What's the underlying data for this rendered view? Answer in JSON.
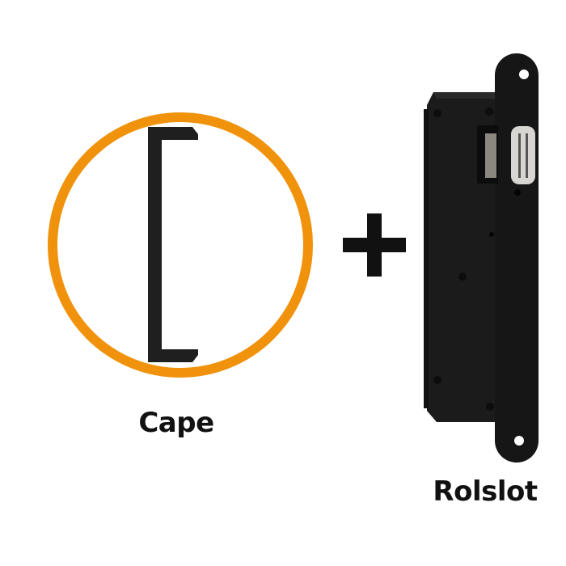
{
  "products": [
    {
      "label": "Cape",
      "type": "handle"
    },
    {
      "label": "Rolslot",
      "type": "roller-lock"
    }
  ],
  "operator": "plus",
  "colors": {
    "ring": "#F0920C",
    "product": "#1b1b1b",
    "text": "#111111",
    "roller": "#d8d6d2"
  }
}
